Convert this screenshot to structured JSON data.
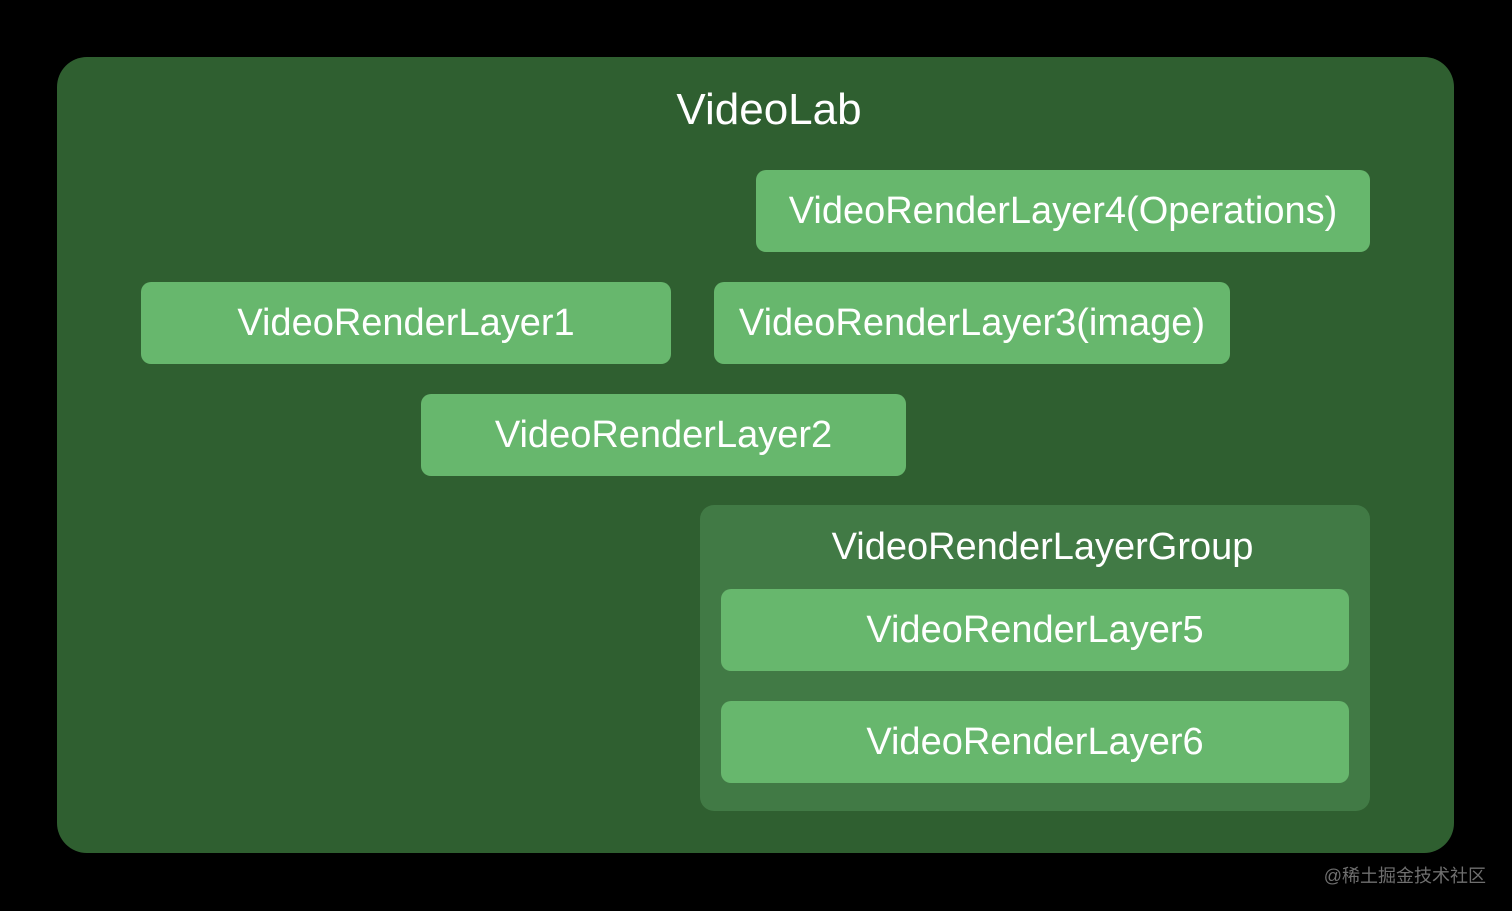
{
  "diagram": {
    "title": "VideoLab",
    "layers": {
      "layer4": "VideoRenderLayer4(Operations)",
      "layer1": "VideoRenderLayer1",
      "layer3": "VideoRenderLayer3(image)",
      "layer2": "VideoRenderLayer2"
    },
    "group": {
      "title": "VideoRenderLayerGroup",
      "layers": [
        "VideoRenderLayer5",
        "VideoRenderLayer6"
      ]
    },
    "colors": {
      "background": "#000000",
      "container": "#2f5f30",
      "layer": "#67b76d",
      "group": "#417a45"
    }
  },
  "watermark": "@稀土掘金技术社区"
}
